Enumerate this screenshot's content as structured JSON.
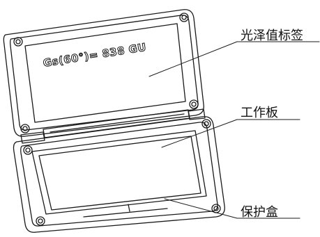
{
  "callouts": {
    "gloss_label": "光泽值标签",
    "work_plate": "工作板",
    "protective_box": "保护盒"
  },
  "lid_text": "Gs(60°)= 838 GU"
}
